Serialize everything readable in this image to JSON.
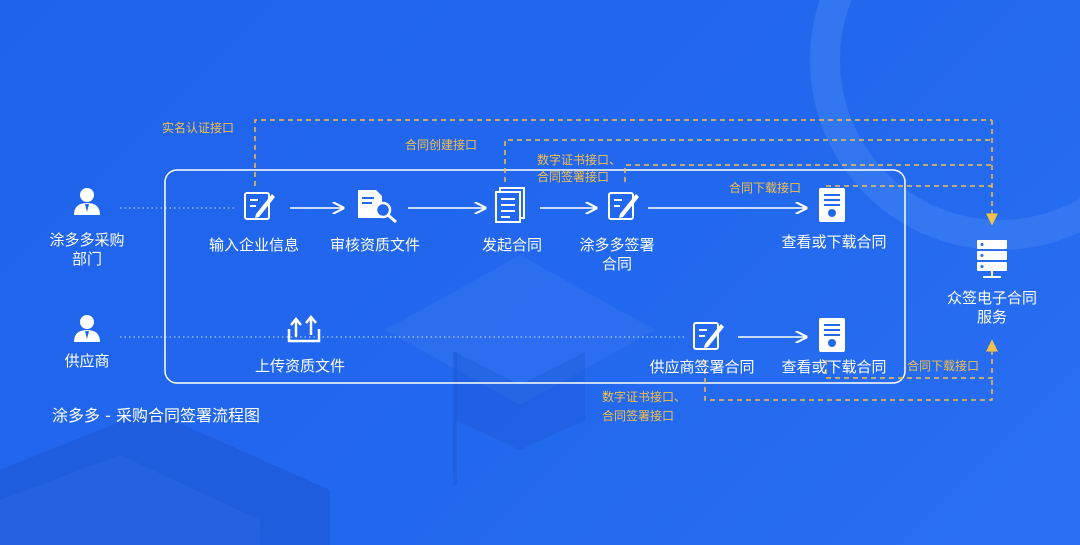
{
  "diagram": {
    "title": "涂多多 - 采购合同签署流程图",
    "actors": {
      "buyer_line1": "涂多多采购",
      "buyer_line2": "部门",
      "supplier": "供应商",
      "service_line1": "众签电子合同",
      "service_line2": "服务"
    },
    "steps": {
      "input_info": "输入企业信息",
      "review_docs": "审核资质文件",
      "initiate": "发起合同",
      "buyer_sign_line1": "涂多多签署",
      "buyer_sign_line2": "合同",
      "buyer_download": "查看或下载合同",
      "upload_docs": "上传资质文件",
      "supplier_sign": "供应商签署合同",
      "supplier_download": "查看或下载合同"
    },
    "interfaces": {
      "realname": "实名认证接口",
      "create": "合同创建接口",
      "cert_line1": "数字证书接口、",
      "cert_line2": "合同签署接口",
      "download": "合同下载接口",
      "supplier_download": "合同下载接口",
      "supplier_cert_line1": "数字证书接口、",
      "supplier_cert_line2": "合同签署接口"
    },
    "colors": {
      "background": "#2268ee",
      "connector": "#f5c048",
      "text": "#ffffff"
    }
  }
}
